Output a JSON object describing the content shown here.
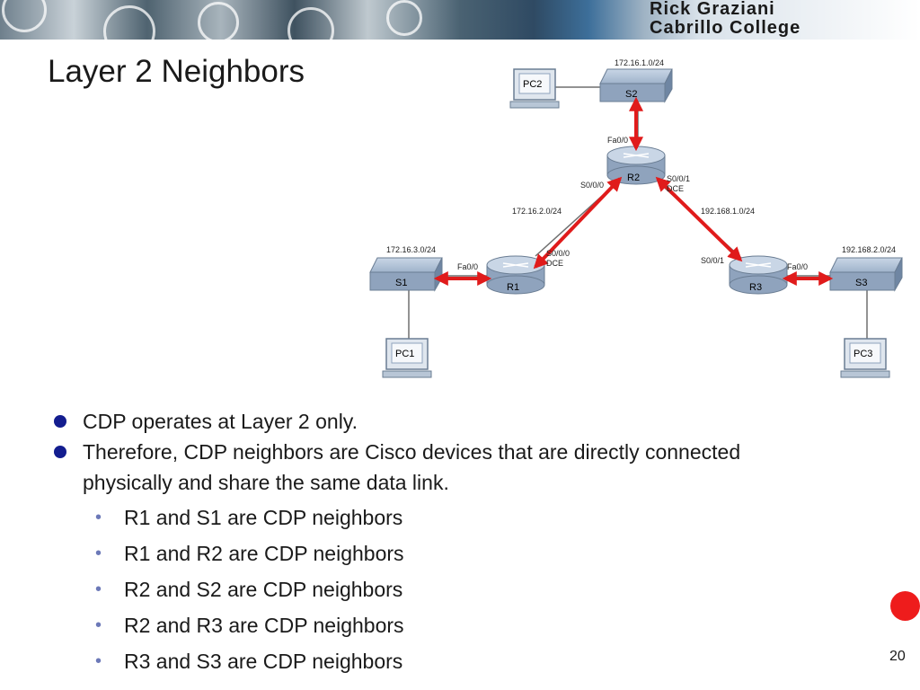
{
  "header": {
    "author": "Rick Graziani",
    "college": "Cabrillo College"
  },
  "title": "Layer 2 Neighbors",
  "diagram": {
    "devices": {
      "r1": "R1",
      "r2": "R2",
      "r3": "R3",
      "s1": "S1",
      "s2": "S2",
      "s3": "S3",
      "pc1": "PC1",
      "pc2": "PC2",
      "pc3": "PC3"
    },
    "networks": {
      "lan_s2": "172.16.1.0/24",
      "lan_s1": "172.16.3.0/24",
      "lan_s3": "192.168.2.0/24",
      "wan_r1_r2": "172.16.2.0/24",
      "wan_r2_r3": "192.168.1.0/24"
    },
    "interfaces": {
      "r2_fa": "Fa0/0",
      "r2_s0": "S0/0/0",
      "r2_s1": "S0/0/1",
      "r2_dce": "DCE",
      "r1_fa": "Fa0/0",
      "r1_s0": "S0/0/0",
      "r1_dce": "DCE",
      "r3_s1": "S0/0/1",
      "r3_fa": "Fa0/0"
    },
    "colors": {
      "arrow": "#e01b1b",
      "device": "#8fa3bd",
      "link": "#6f6f6f"
    }
  },
  "bullets": [
    {
      "text": "CDP operates at Layer 2 only."
    },
    {
      "text": "Therefore, CDP neighbors are Cisco devices that are directly connected physically and share the same data link."
    }
  ],
  "sub_bullets": [
    "R1 and S1 are CDP neighbors",
    "R1 and R2 are CDP neighbors",
    "R2 and S2 are CDP neighbors",
    "R2 and R3 are CDP neighbors",
    "R3 and S3 are CDP neighbors"
  ],
  "page_number": "20"
}
